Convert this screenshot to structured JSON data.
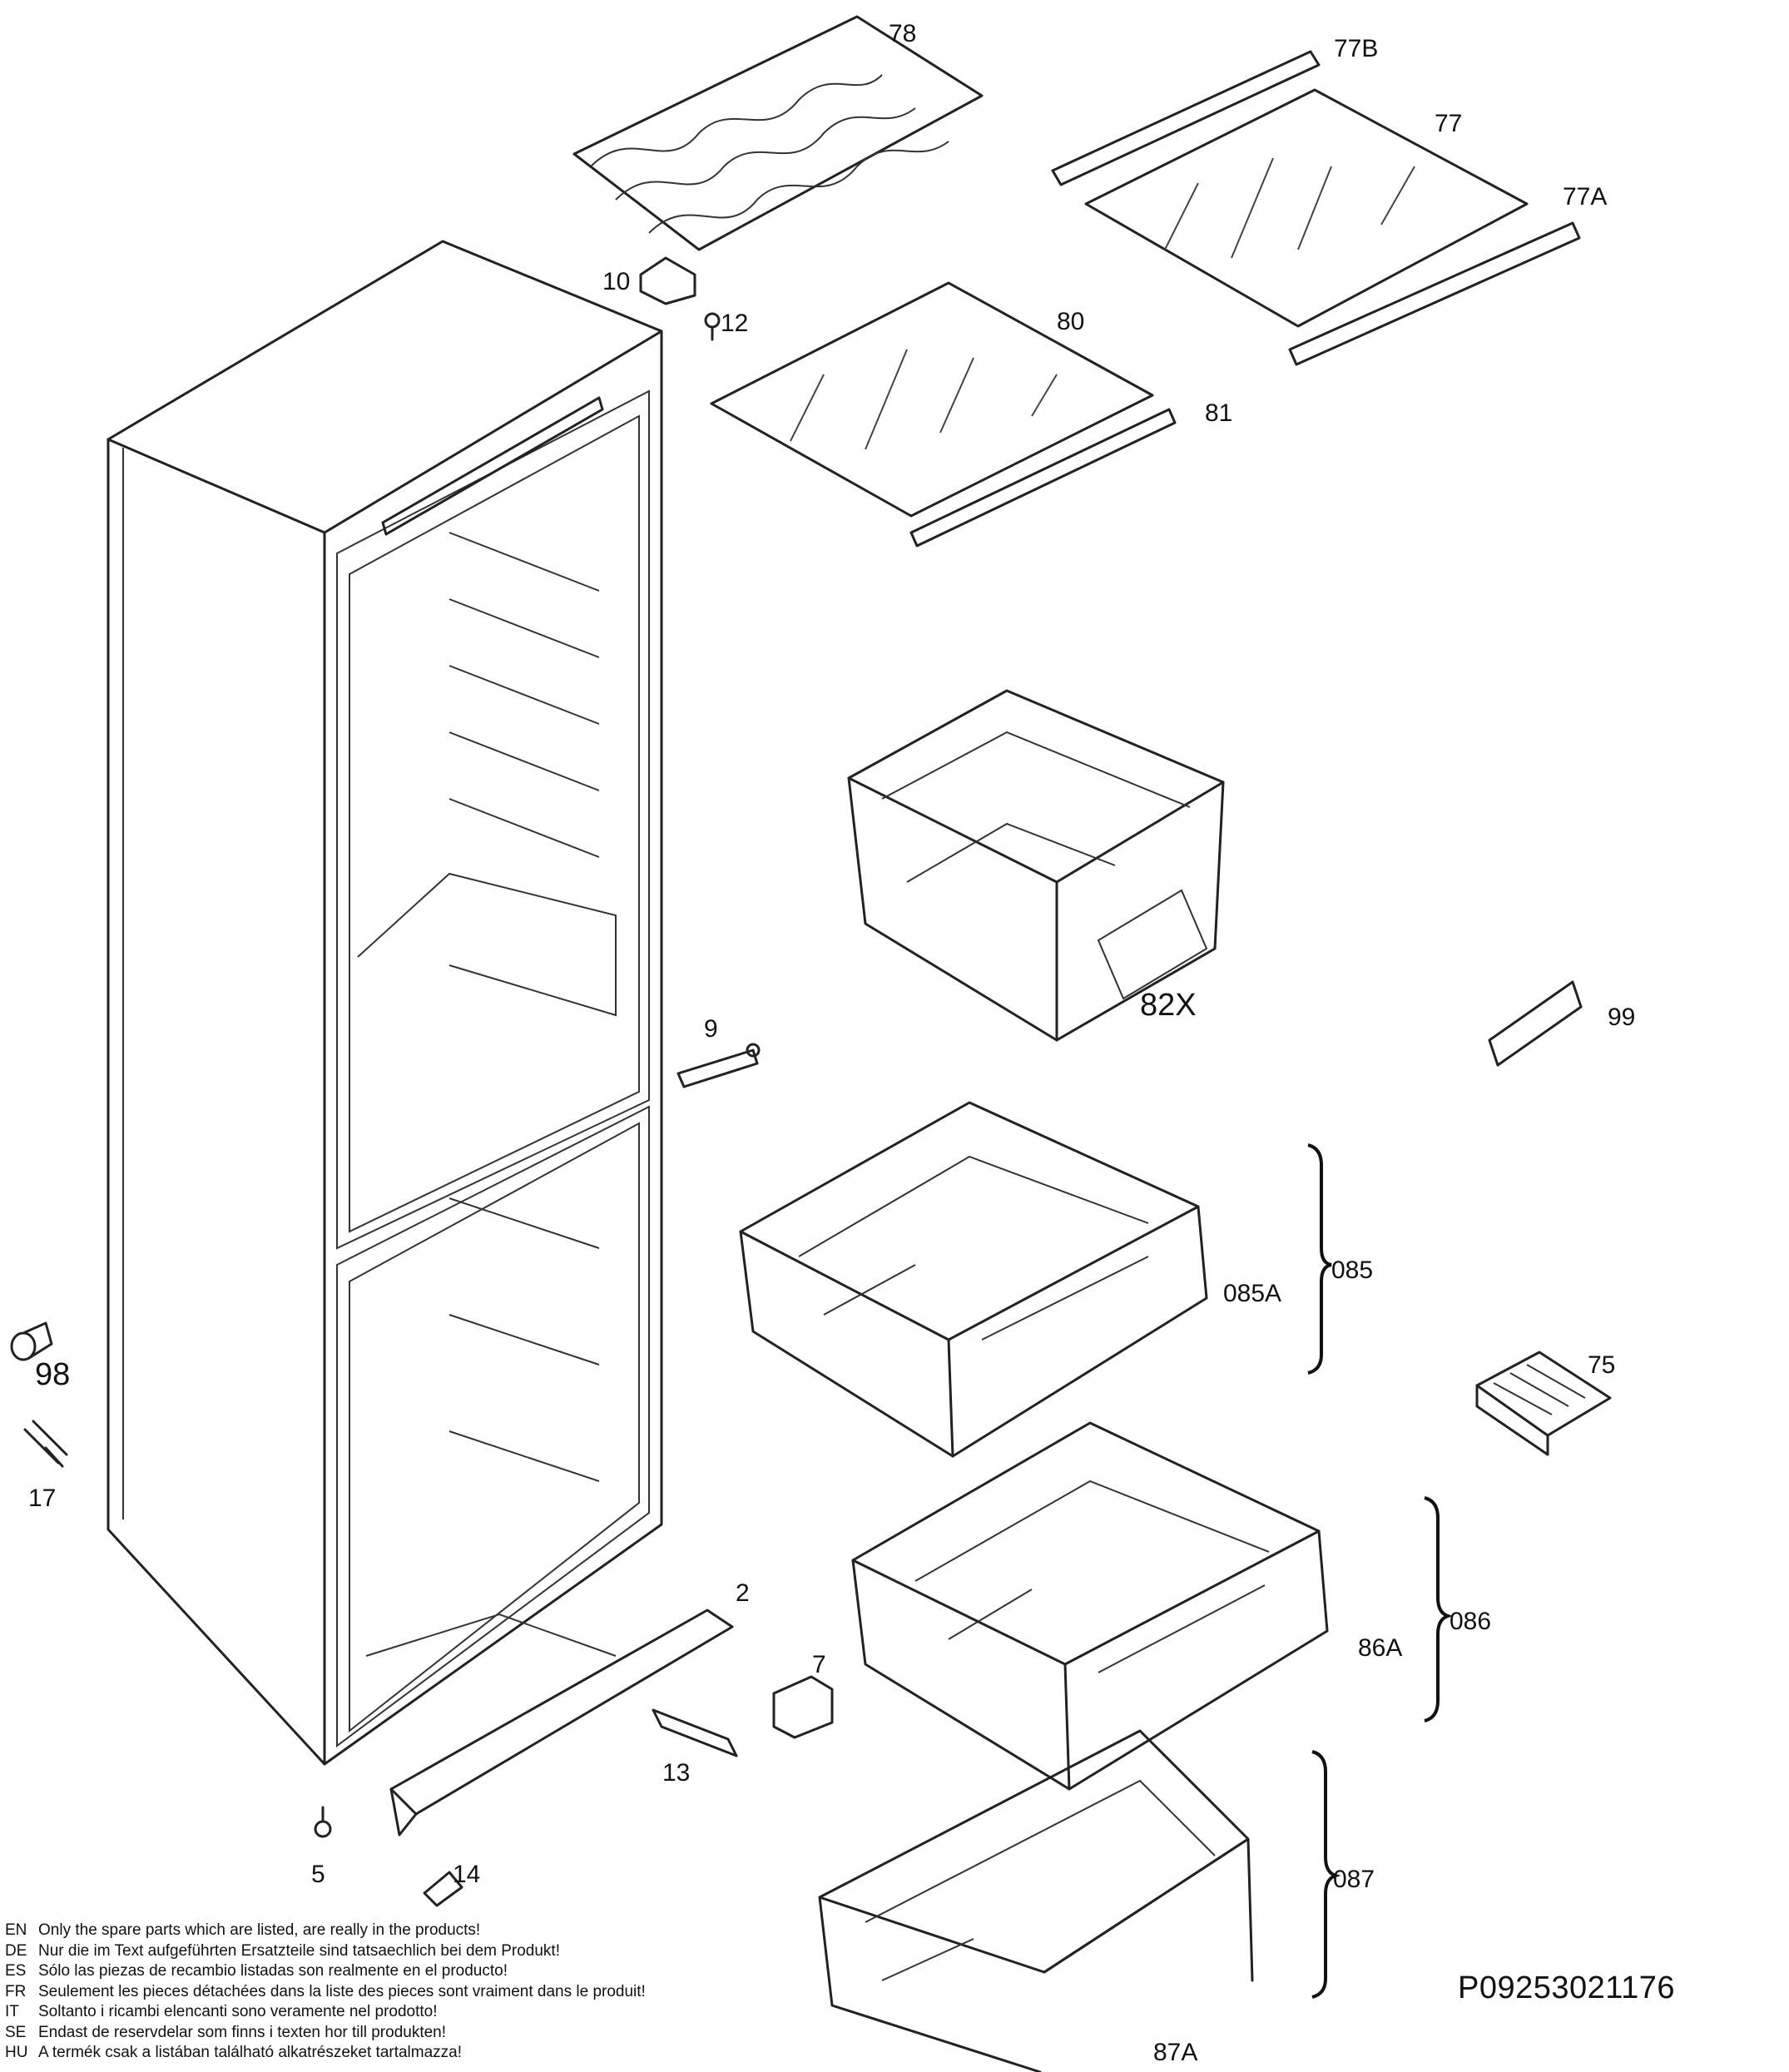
{
  "diagram": {
    "part_labels": [
      {
        "id": "p78",
        "text": "78"
      },
      {
        "id": "p77B",
        "text": "77B"
      },
      {
        "id": "p77",
        "text": "77"
      },
      {
        "id": "p77A",
        "text": "77A"
      },
      {
        "id": "p10",
        "text": "10"
      },
      {
        "id": "p12",
        "text": "12"
      },
      {
        "id": "p80",
        "text": "80"
      },
      {
        "id": "p81",
        "text": "81"
      },
      {
        "id": "p82X",
        "text": "82X"
      },
      {
        "id": "p99",
        "text": "99"
      },
      {
        "id": "p9",
        "text": "9"
      },
      {
        "id": "p085A",
        "text": "085A"
      },
      {
        "id": "p085",
        "text": "085"
      },
      {
        "id": "p75",
        "text": "75"
      },
      {
        "id": "p98",
        "text": "98"
      },
      {
        "id": "p17",
        "text": "17"
      },
      {
        "id": "p2",
        "text": "2"
      },
      {
        "id": "p7",
        "text": "7"
      },
      {
        "id": "p86A",
        "text": "86A"
      },
      {
        "id": "p086",
        "text": "086"
      },
      {
        "id": "p13",
        "text": "13"
      },
      {
        "id": "p5",
        "text": "5"
      },
      {
        "id": "p14",
        "text": "14"
      },
      {
        "id": "p087",
        "text": "087"
      },
      {
        "id": "p87A",
        "text": "87A"
      }
    ]
  },
  "notes": [
    {
      "code": "EN",
      "text": "Only the spare parts which are listed, are really in the products!"
    },
    {
      "code": "DE",
      "text": "Nur die im Text aufgeführten Ersatzteile sind tatsaechlich bei dem Produkt!"
    },
    {
      "code": "ES",
      "text": "Sólo las piezas de recambio  listadas son realmente en el producto!"
    },
    {
      "code": "FR",
      "text": "Seulement les pieces détachées dans la liste des pieces sont vraiment dans le produit!"
    },
    {
      "code": "IT",
      "text": "Soltanto i ricambi elencanti sono veramente nel prodotto!"
    },
    {
      "code": "SE",
      "text": "Endast de reservdelar som finns i texten hor till produkten!"
    },
    {
      "code": "HU",
      "text": "A termék csak a listában található alkatrészeket tartalmazza!"
    }
  ],
  "document_id": "P09253021176"
}
